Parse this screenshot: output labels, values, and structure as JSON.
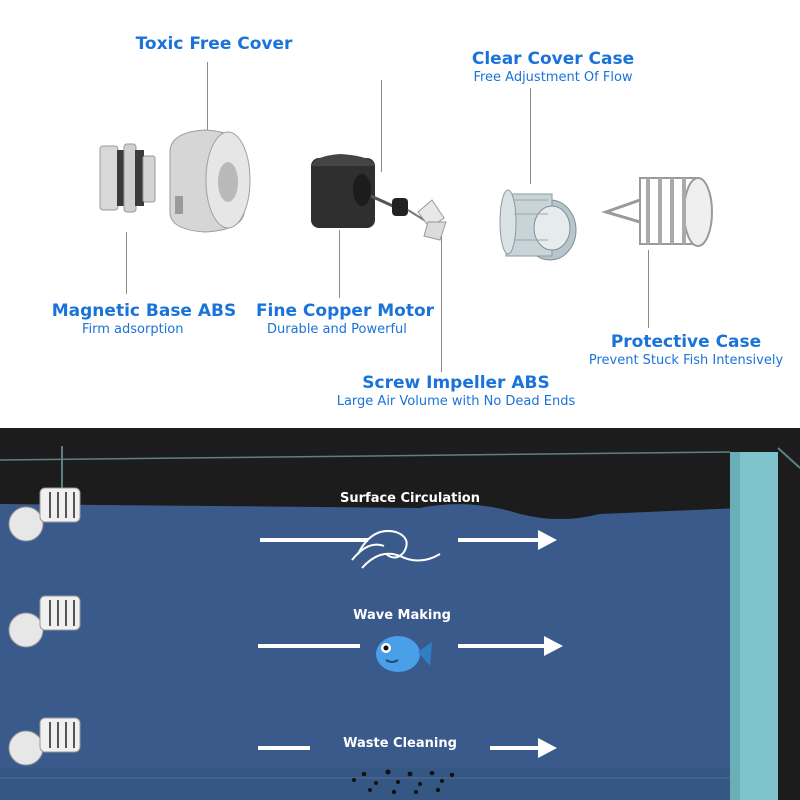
{
  "components": {
    "toxic_free_cover": {
      "title": "Toxic Free Cover"
    },
    "clear_cover_case": {
      "title": "Clear Cover Case",
      "subtitle": "Free Adjustment Of Flow"
    },
    "magnetic_base": {
      "title": "Magnetic Base ABS",
      "subtitle": "Firm adsorption"
    },
    "copper_motor": {
      "title": "Fine Copper Motor",
      "subtitle": "Durable and Powerful"
    },
    "protective_case": {
      "title": "Protective Case",
      "subtitle": "Prevent Stuck Fish Intensively"
    },
    "screw_impeller": {
      "title": "Screw Impeller ABS",
      "subtitle": "Large Air Volume with No Dead Ends"
    }
  },
  "flow_modes": [
    {
      "label": "Surface Circulation"
    },
    {
      "label": "Wave Making"
    },
    {
      "label": "Waste Cleaning"
    }
  ],
  "colors": {
    "label_blue": "#1a73d9",
    "water": "#3a5a8c",
    "tank_dark": "#1c1c1c",
    "pillar": "#7fc4cc"
  }
}
